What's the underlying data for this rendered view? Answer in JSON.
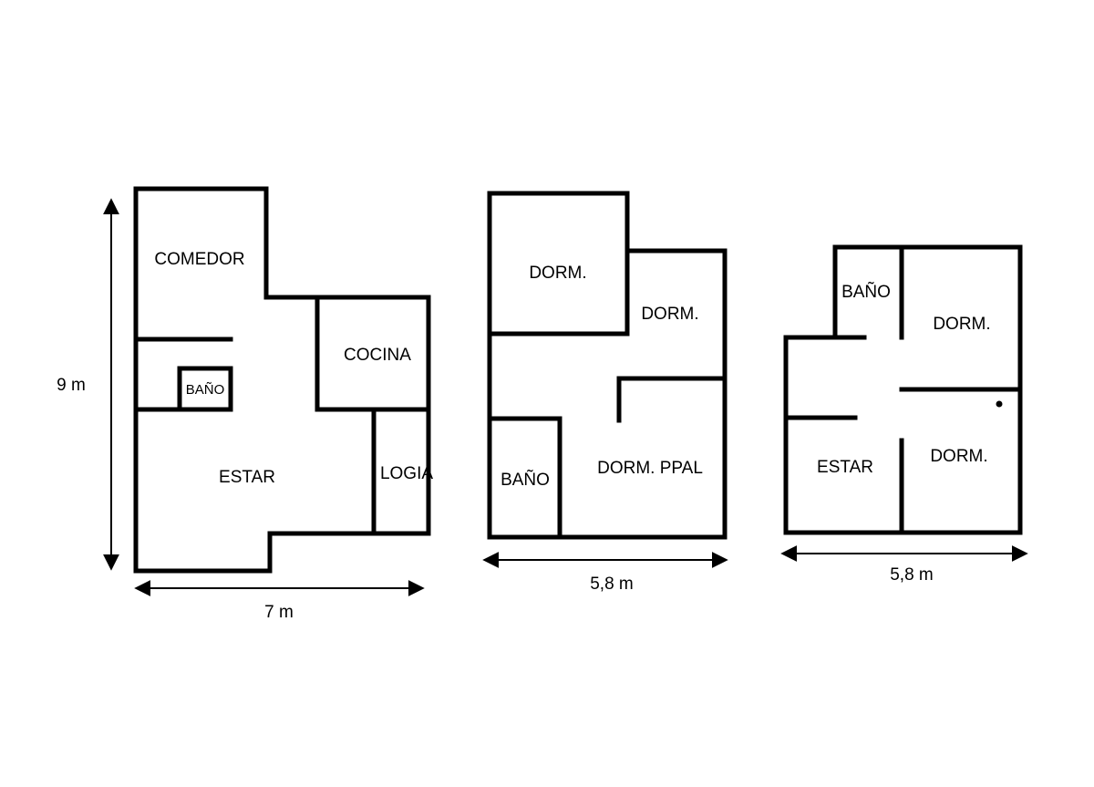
{
  "plan1": {
    "rooms": {
      "comedor": "COMEDOR",
      "cocina": "COCINA",
      "bano": "BAÑO",
      "estar": "ESTAR",
      "logia": "LOGIA"
    },
    "width_label": "7 m",
    "height_label": "9 m"
  },
  "plan2": {
    "rooms": {
      "dorm1": "DORM.",
      "dorm2": "DORM.",
      "bano": "BAÑO",
      "dorm_ppal": "DORM. PPAL"
    },
    "width_label": "5,8 m"
  },
  "plan3": {
    "rooms": {
      "bano": "BAÑO",
      "dorm1": "DORM.",
      "estar": "ESTAR",
      "dorm2": "DORM."
    },
    "width_label": "5,8 m"
  },
  "colors": {
    "line": "#000000",
    "background": "#ffffff"
  }
}
